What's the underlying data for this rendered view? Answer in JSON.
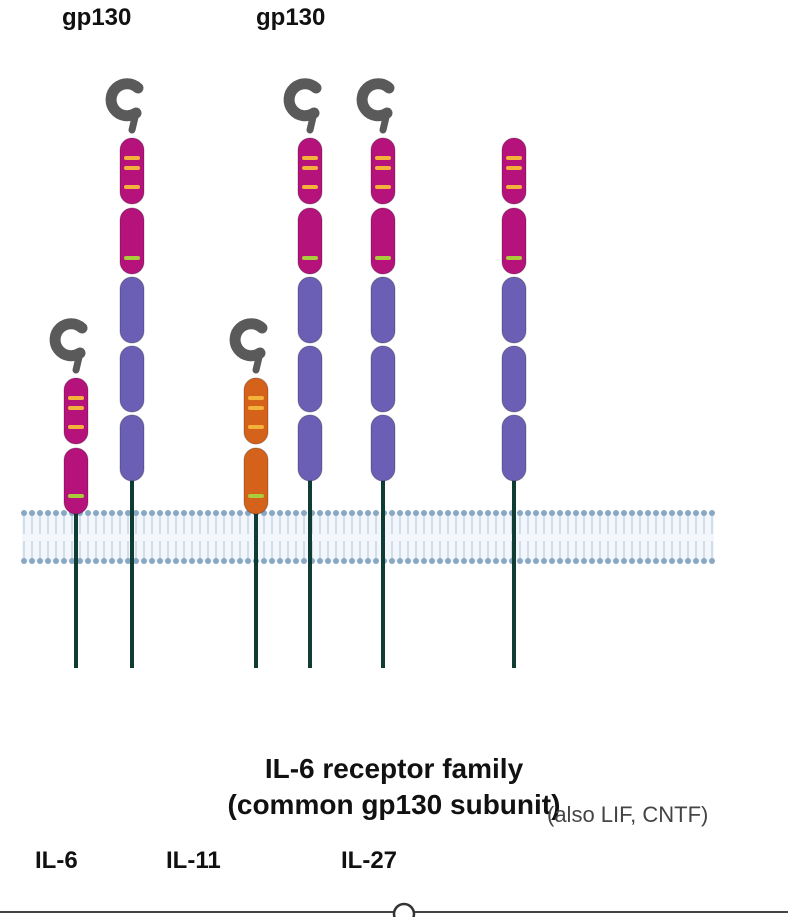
{
  "labels": {
    "gp130_left": "gp130",
    "gp130_right": "gp130",
    "title_line1": "IL-6 receptor family",
    "title_line2": "(common gp130 subunit)",
    "note": "(also LIF, CNTF)",
    "ligand_1": "IL-6",
    "ligand_2": "IL-11",
    "ligand_3": "IL-27"
  },
  "colors": {
    "magenta_domain": "#b5127c",
    "orange_domain": "#d4621a",
    "purple_domain": "#6a5fb4",
    "stripe_orange": "#f5b23a",
    "stripe_green": "#a8cc3a",
    "hook": "#5a5a5a",
    "stalk": "#0f3d33",
    "membrane": "#88a8c4"
  },
  "icons": {
    "cytokine_hook": "c-hook-icon"
  }
}
